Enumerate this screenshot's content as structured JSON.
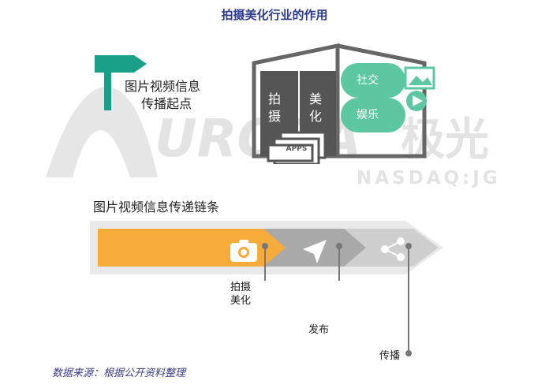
{
  "title": "拍摄美化行业的作用",
  "watermark": {
    "brand": "URORA",
    "brand_cn": "极光",
    "ticker": "NASDAQ:JG"
  },
  "sign": {
    "line1": "图片视频信息",
    "line2": "传播起点"
  },
  "book": {
    "door_left": [
      "拍",
      "摄"
    ],
    "door_right": [
      "美",
      "化"
    ],
    "apps_label": "APPS",
    "bubble_social": "社交",
    "bubble_entertainment": "娱乐"
  },
  "chain": {
    "label": "图片视频信息传递链条",
    "stages": [
      {
        "id": "capture",
        "icon": "camera-icon",
        "label": "拍摄美化",
        "label_lines": [
          "拍摄",
          "美化"
        ],
        "color": "#f6ab3a"
      },
      {
        "id": "publish",
        "icon": "send-icon",
        "label": "发布",
        "label_lines": [
          "发布"
        ],
        "color": "#a9a9a9"
      },
      {
        "id": "spread",
        "icon": "share-icon",
        "label": "传播",
        "label_lines": [
          "传播"
        ],
        "color": "#cfcfcf"
      }
    ]
  },
  "source": "数据来源：根据公开资料整理",
  "colors": {
    "title": "#2b3a8f",
    "sign": "#1aa089",
    "bubble": "#5cc7a0",
    "book": "#666666",
    "orange": "#f6ab3a",
    "dark_gray": "#a9a9a9",
    "light_gray": "#cfcfcf",
    "source": "#3a3a8a"
  }
}
